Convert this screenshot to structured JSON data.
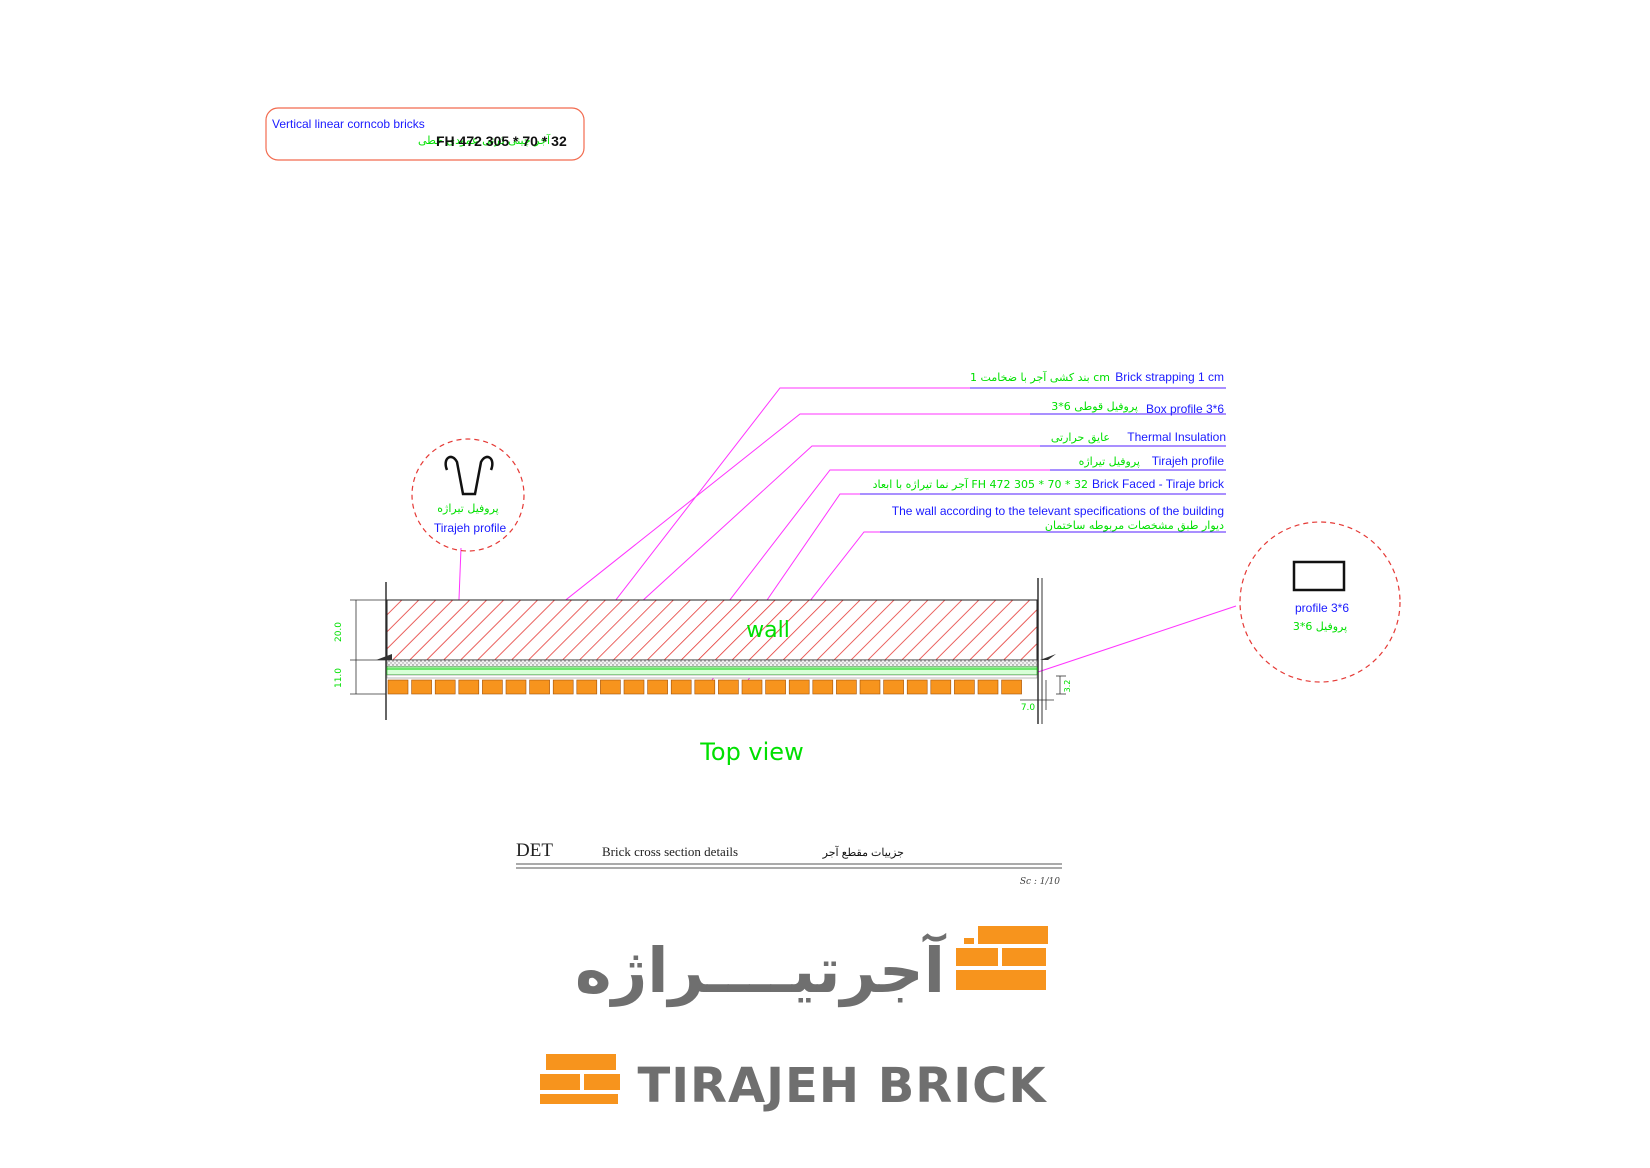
{
  "note_box": {
    "en": "Vertical linear corncob bricks",
    "fa": "آجر چینی ذرتی عمودی خطی",
    "code": "FH 472  305 * 70  * 32"
  },
  "callouts": [
    {
      "en": "Brick strapping 1 cm",
      "fa": "بند کشی آجر با ضخامت  1 cm"
    },
    {
      "en": "Box profile 3*6",
      "fa": "پروفیل قوطی 6*3"
    },
    {
      "en": "Thermal Insulation",
      "fa": "عایق حرارتی"
    },
    {
      "en": "Tirajeh profile",
      "fa": "پروفیل تیراژه"
    },
    {
      "en": "Brick Faced - Tiraje brick",
      "fa": "آجر نما تیراژه با ابعاد  FH 472  305 * 70 * 32"
    },
    {
      "en": "The wall according to the televant specifications of the building",
      "fa": "دیوار طبق مشخصات مربوطه ساختمان"
    }
  ],
  "detail_left": {
    "fa": "پروفیل تیراژه",
    "en": "Tirajeh profile"
  },
  "detail_right": {
    "en": "profile 3*6",
    "fa": "پروفیل 6*3"
  },
  "wall_label": "wall",
  "view_label": "Top view",
  "dimensions": {
    "d1": "20.0",
    "d2": "11.0",
    "d3": "7.0",
    "d4": "3.2"
  },
  "title_block": {
    "code": "DET",
    "en": "Brick  cross  section  details",
    "fa": "جزییات مقطع آجر",
    "scale": "Sc : 1/10"
  },
  "logo": {
    "fa": "آجرتیــــراژه",
    "en": "TIRAJEH BRICK"
  },
  "colors": {
    "blue": "#1a1aff",
    "green": "#00e000",
    "magenta": "#ff33ff",
    "orange": "#f7941d",
    "hatch": "#e53935"
  }
}
